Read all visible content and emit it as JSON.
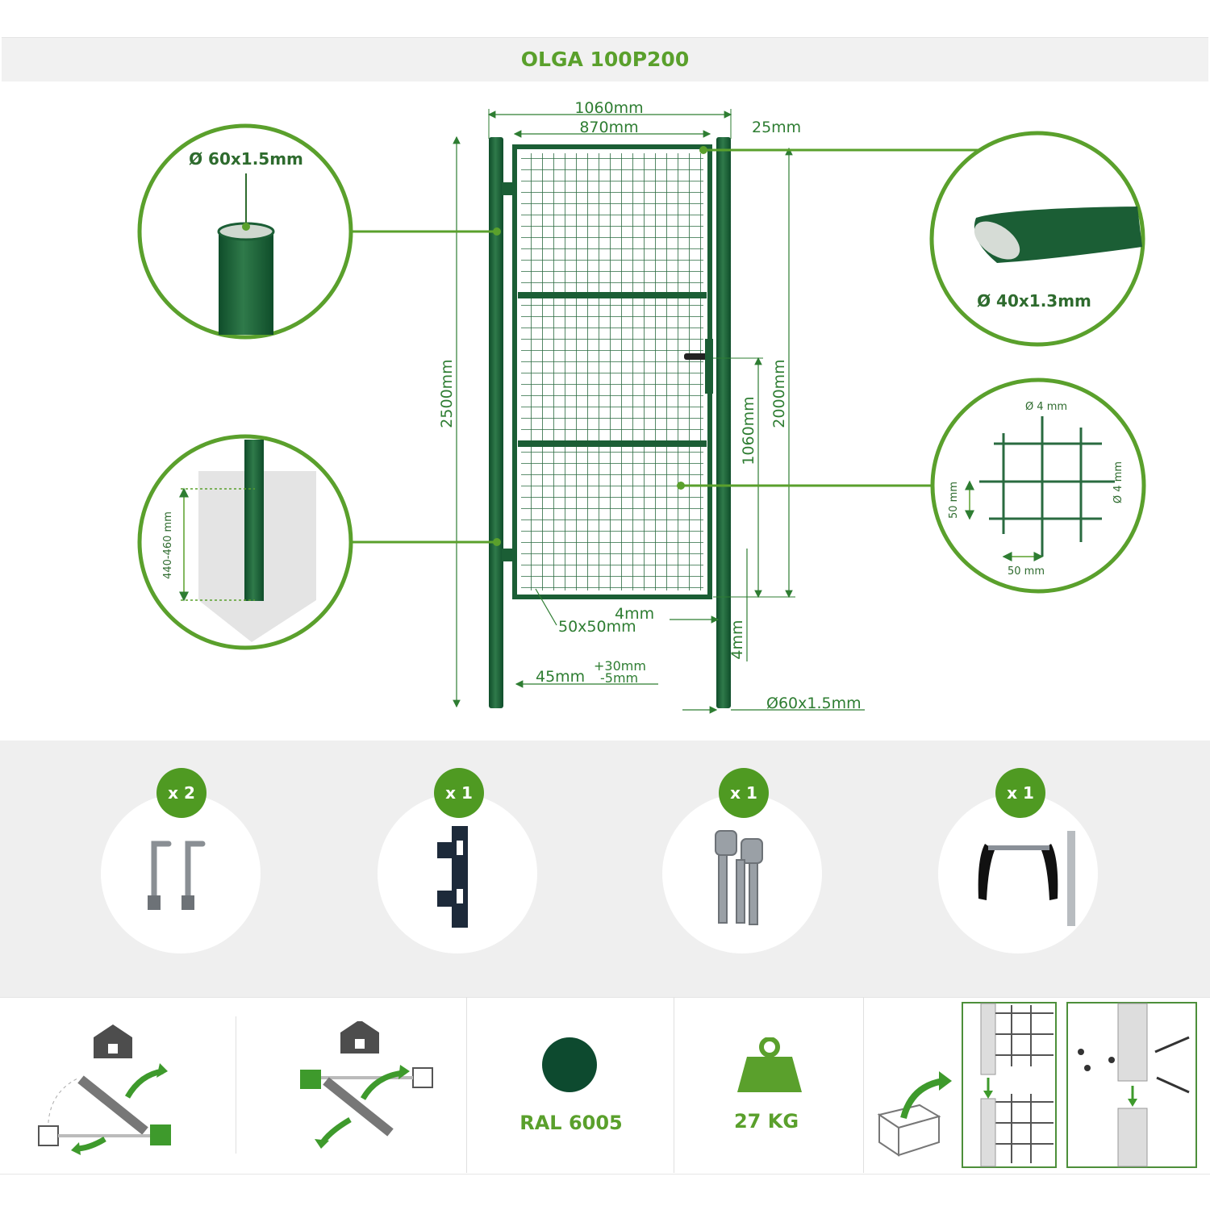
{
  "title": "OLGA 100P200",
  "colors": {
    "gate_green": "#1b5e35",
    "accent_green": "#5aa02c",
    "dim_green": "#2e7d32"
  },
  "dimensions": {
    "overall_width": "1060mm",
    "leaf_width": "870mm",
    "post_gap": "25mm",
    "post_height": "2500mm",
    "leaf_height": "2000mm",
    "handle_height": "1060mm",
    "mesh": "50x50mm",
    "gap_4mm_a": "4mm",
    "gap_4mm_b": "4mm",
    "ground_gap": "45mm",
    "tol_plus": "+30mm",
    "tol_minus": "-5mm",
    "post_tube": "Ø60x1.5mm"
  },
  "callouts": {
    "post": "Ø 60x1.5mm",
    "frame": "Ø 40x1.3mm",
    "concrete_depth": "440-460 mm",
    "wire_top": "Ø 4 mm",
    "wire_side": "Ø 4 mm",
    "mesh_v": "50 mm",
    "mesh_h": "50 mm"
  },
  "accessories": [
    {
      "qty": "x 2",
      "icon": "hinge-bolts-icon"
    },
    {
      "qty": "x 1",
      "icon": "lock-plate-icon"
    },
    {
      "qty": "x 1",
      "icon": "keys-icon"
    },
    {
      "qty": "x 1",
      "icon": "handle-icon"
    }
  ],
  "info": {
    "color_label": "RAL 6005",
    "color_swatch": "#0d4a2f",
    "weight_label": "27 KG"
  }
}
